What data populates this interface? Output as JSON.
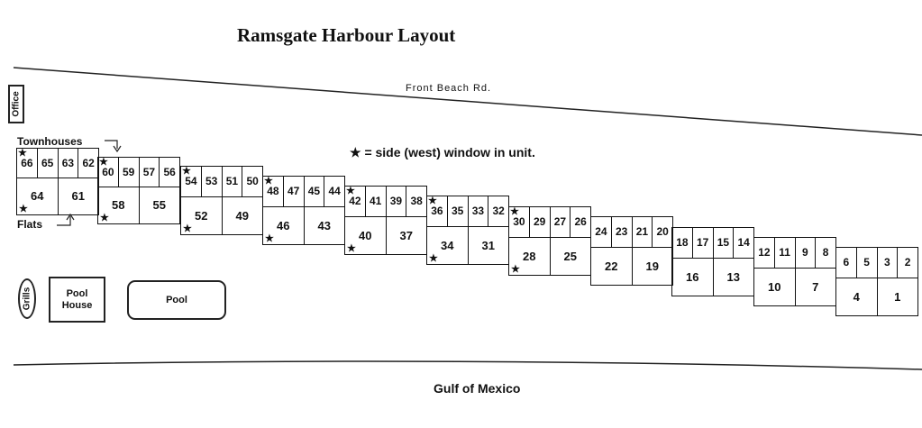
{
  "title": "Ramsgate Harbour Layout",
  "road_label": "Front Beach Rd.",
  "legend_note": "★ = side (west) window in unit.",
  "townhouses_label": "Townhouses",
  "flats_label": "Flats",
  "office_label": "Office",
  "grills_label": "Grills",
  "pool_house_label": "Pool\nHouse",
  "pool_label": "Pool",
  "gulf_label": "Gulf of Mexico",
  "star_symbol": "★",
  "buildings": [
    {
      "townhouses": [
        "66",
        "65",
        "63",
        "62"
      ],
      "flats": [
        "64",
        "61"
      ],
      "star_townhouse": true,
      "star_flat": true
    },
    {
      "townhouses": [
        "60",
        "59",
        "57",
        "56"
      ],
      "flats": [
        "58",
        "55"
      ],
      "star_townhouse": true,
      "star_flat": true
    },
    {
      "townhouses": [
        "54",
        "53",
        "51",
        "50"
      ],
      "flats": [
        "52",
        "49"
      ],
      "star_townhouse": true,
      "star_flat": true
    },
    {
      "townhouses": [
        "48",
        "47",
        "45",
        "44"
      ],
      "flats": [
        "46",
        "43"
      ],
      "star_townhouse": true,
      "star_flat": true
    },
    {
      "townhouses": [
        "42",
        "41",
        "39",
        "38"
      ],
      "flats": [
        "40",
        "37"
      ],
      "star_townhouse": true,
      "star_flat": true
    },
    {
      "townhouses": [
        "36",
        "35",
        "33",
        "32"
      ],
      "flats": [
        "34",
        "31"
      ],
      "star_townhouse": true,
      "star_flat": true
    },
    {
      "townhouses": [
        "30",
        "29",
        "27",
        "26"
      ],
      "flats": [
        "28",
        "25"
      ],
      "star_townhouse": true,
      "star_flat": true
    },
    {
      "townhouses": [
        "24",
        "23",
        "21",
        "20"
      ],
      "flats": [
        "22",
        "19"
      ],
      "star_townhouse": false,
      "star_flat": false
    },
    {
      "townhouses": [
        "18",
        "17",
        "15",
        "14"
      ],
      "flats": [
        "16",
        "13"
      ],
      "star_townhouse": false,
      "star_flat": false
    },
    {
      "townhouses": [
        "12",
        "11",
        "9",
        "8"
      ],
      "flats": [
        "10",
        "7"
      ],
      "star_townhouse": false,
      "star_flat": false
    },
    {
      "townhouses": [
        "6",
        "5",
        "3",
        "2"
      ],
      "flats": [
        "4",
        "1"
      ],
      "star_townhouse": false,
      "star_flat": false
    }
  ]
}
